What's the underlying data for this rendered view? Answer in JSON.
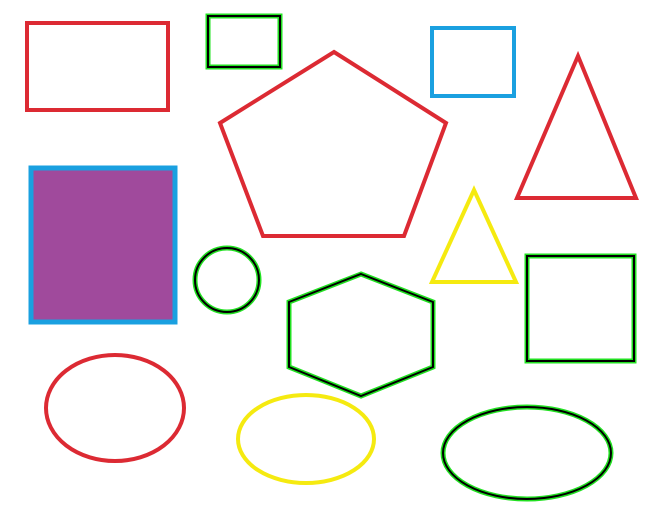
{
  "colors": {
    "red": "#dc2a33",
    "green": "#22e022",
    "black": "#000000",
    "blue": "#1aa0e0",
    "yellow": "#f5ea10",
    "purple": "#a04a9c",
    "background": "#ffffff"
  },
  "shapes": [
    {
      "name": "red-rectangle-top-left",
      "kind": "rectangle",
      "outline": "red",
      "fill": "none"
    },
    {
      "name": "small-rectangle-green-outline",
      "kind": "rectangle",
      "outline": "black",
      "halo": "green",
      "fill": "none"
    },
    {
      "name": "red-pentagon",
      "kind": "pentagon",
      "outline": "red",
      "fill": "none"
    },
    {
      "name": "blue-rectangle-top",
      "kind": "rectangle",
      "outline": "blue",
      "fill": "none"
    },
    {
      "name": "red-triangle",
      "kind": "triangle",
      "outline": "red",
      "fill": "none"
    },
    {
      "name": "purple-square-blue-border",
      "kind": "rectangle",
      "outline": "blue",
      "fill": "purple"
    },
    {
      "name": "small-circle-green-outline",
      "kind": "circle",
      "outline": "black",
      "halo": "green",
      "fill": "none"
    },
    {
      "name": "yellow-triangle",
      "kind": "triangle",
      "outline": "yellow",
      "fill": "none"
    },
    {
      "name": "square-green-outline",
      "kind": "rectangle",
      "outline": "black",
      "halo": "green",
      "fill": "none"
    },
    {
      "name": "hexagon-green-outline",
      "kind": "hexagon",
      "outline": "black",
      "halo": "green",
      "fill": "none"
    },
    {
      "name": "red-ellipse",
      "kind": "ellipse",
      "outline": "red",
      "fill": "none"
    },
    {
      "name": "yellow-ellipse",
      "kind": "ellipse",
      "outline": "yellow",
      "fill": "none"
    },
    {
      "name": "ellipse-green-outline",
      "kind": "ellipse",
      "outline": "black",
      "halo": "green",
      "fill": "none"
    }
  ]
}
